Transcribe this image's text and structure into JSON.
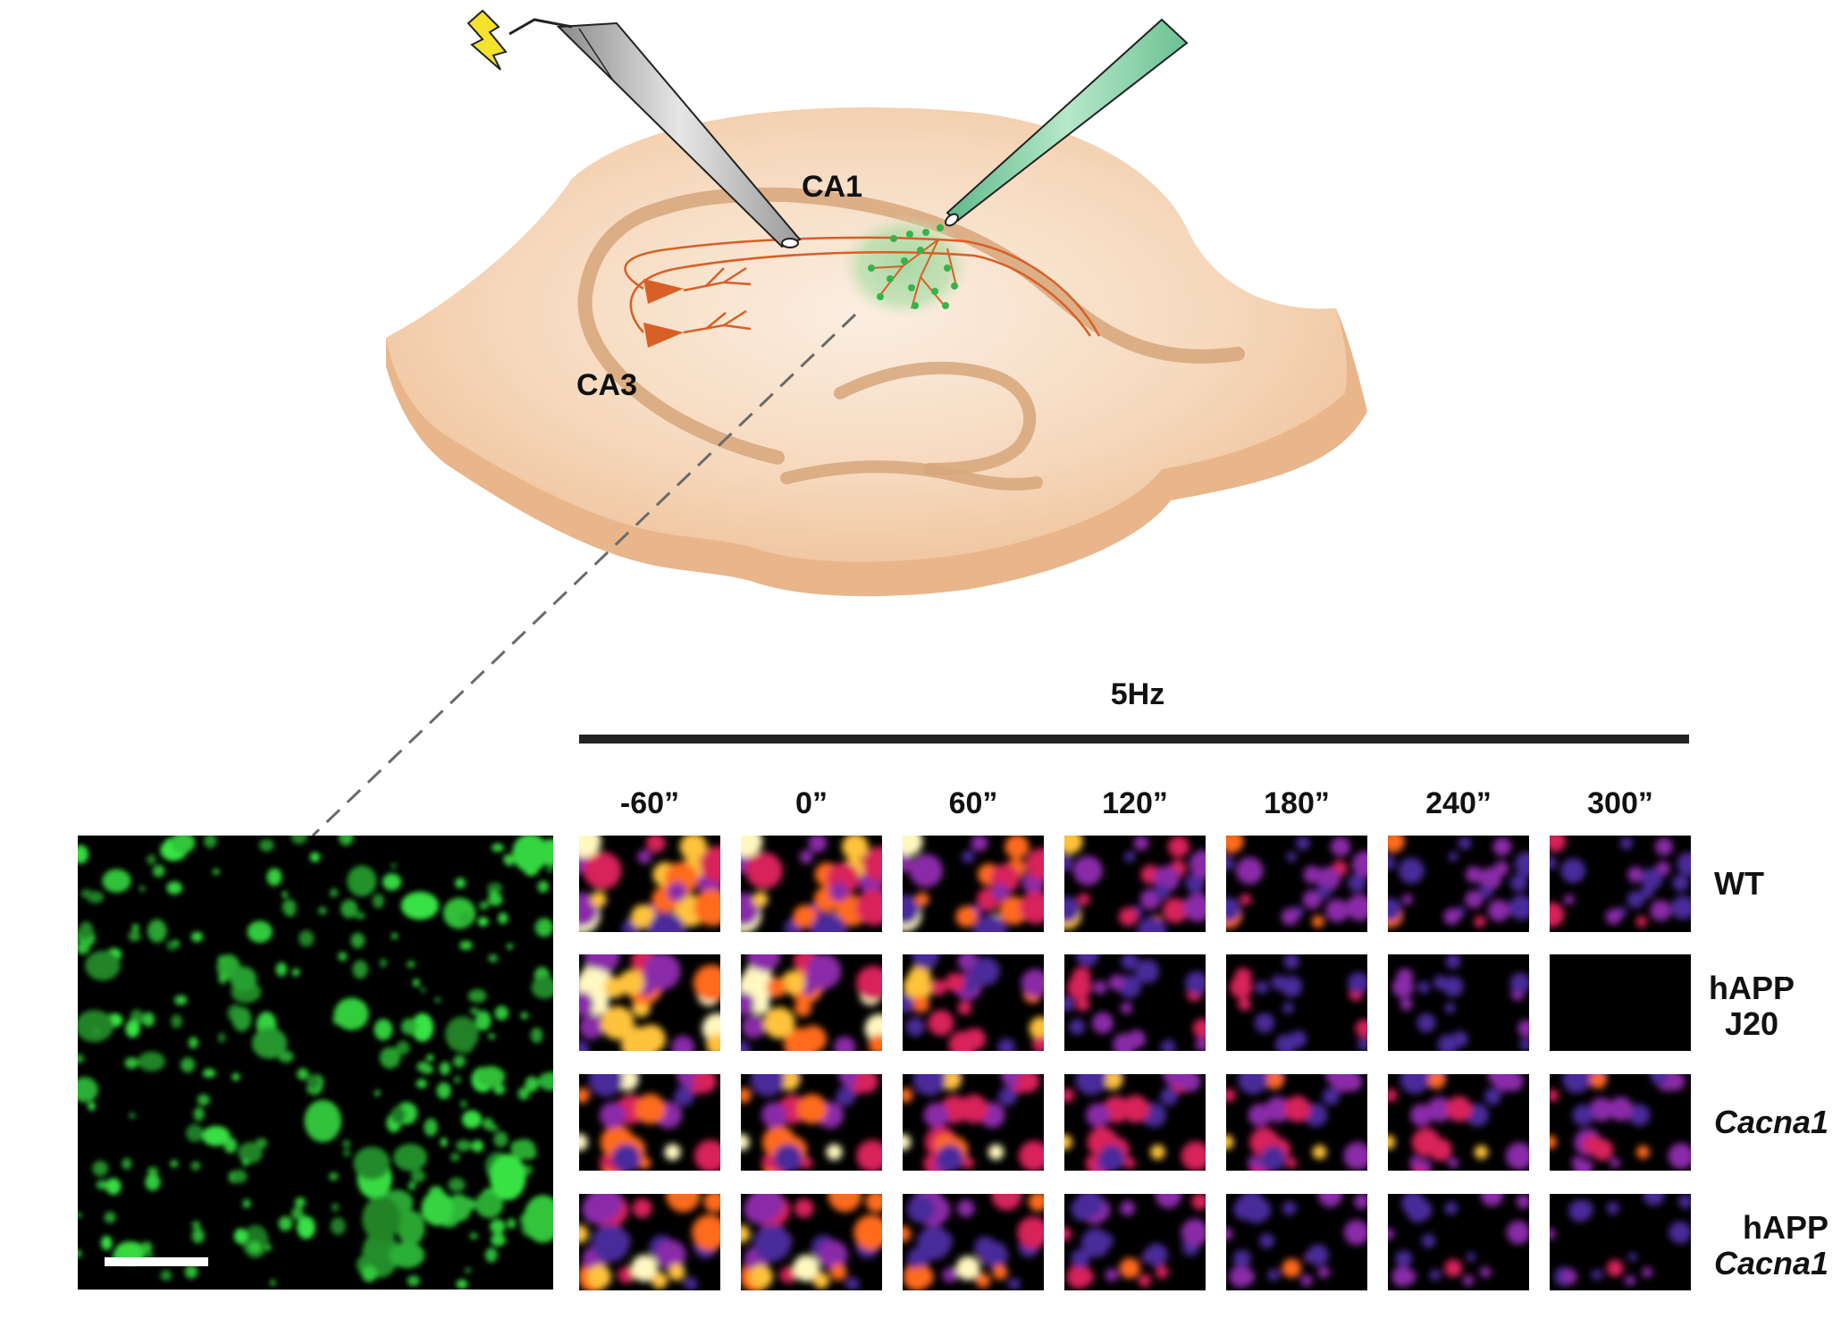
{
  "regions": {
    "ca1": "CA1",
    "ca3": "CA3"
  },
  "stimulus": "5Hz",
  "timepoints": [
    "-60”",
    "0”",
    "60”",
    "120”",
    "180”",
    "240”",
    "300”"
  ],
  "genotypes": [
    {
      "line1": "WT",
      "line2": "",
      "italic1": false,
      "italic2": false
    },
    {
      "line1": "hAPP",
      "line2": "J20",
      "italic1": false,
      "italic2": false
    },
    {
      "line1": "Cacna1",
      "line2": "",
      "italic1": true,
      "italic2": false
    },
    {
      "line1": "hAPP",
      "line2": "Cacna1",
      "italic1": false,
      "italic2": true
    }
  ],
  "colors": {
    "tissue": "#f3cfab",
    "tissue_edge": "#d9a77c",
    "neuron": "#d85f25",
    "fluor": "#36b34a",
    "stim_icon": "#f4e22d",
    "electrode_record": "#8fd3a8"
  },
  "icons": [
    "lightning-bolt-icon",
    "stimulating-electrode",
    "recording-electrode",
    "scale-bar"
  ]
}
